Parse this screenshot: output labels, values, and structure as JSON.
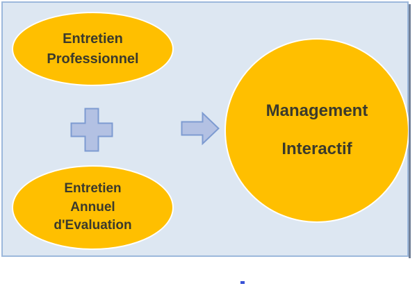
{
  "diagram": {
    "title_text": "",
    "background_color": "#ffffff",
    "frame": {
      "fill_color": "#dde7f2",
      "border_color": "#9cb8dc"
    },
    "shape_fill_color": "#ffbf00",
    "shape_outline_color": "#ffffff",
    "shape_text_color": "#3b3a2c",
    "connector_fill_color": "#b3c1e3",
    "connector_border_color": "#7d9bd1",
    "nodes": {
      "input_top": {
        "name": "Entretien Professionnel",
        "line_1": "Entretien",
        "line_2": "Professionnel"
      },
      "input_bottom": {
        "name": "Entretien Annuel d'Evaluation",
        "line_1": "Entretien",
        "line_2": "Annuel",
        "line_3": "d'Evaluation"
      },
      "output": {
        "name": "Management Interactif",
        "line_1": "Management",
        "line_2": "Interactif"
      }
    },
    "connectors": {
      "plus": {
        "symbol": "+",
        "icon": "plus-sign-icon"
      },
      "arrow": {
        "symbol": "→",
        "icon": "right-block-arrow-icon"
      }
    }
  }
}
